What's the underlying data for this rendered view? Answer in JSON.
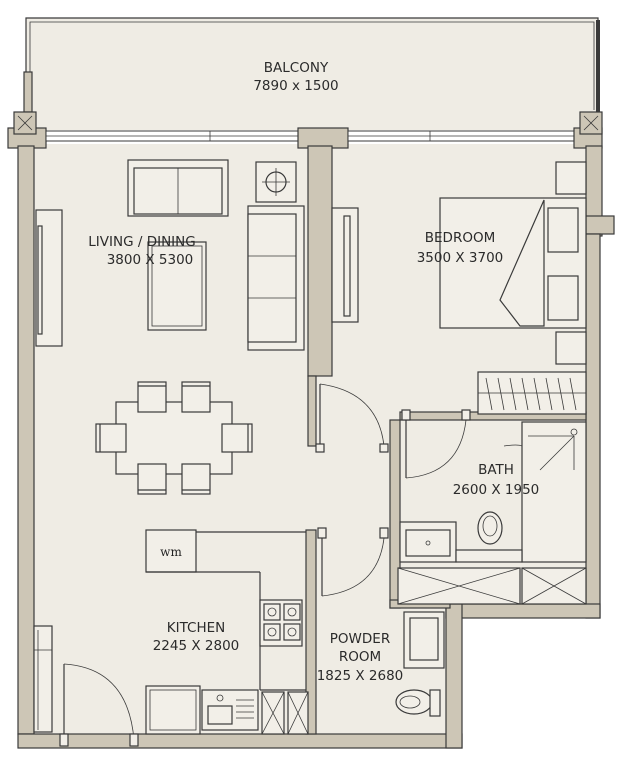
{
  "rooms": {
    "balcony": {
      "name": "BALCONY",
      "dims": "7890 x 1500"
    },
    "living": {
      "name": "LIVING / DINING",
      "dims": "3800 X 5300"
    },
    "bedroom": {
      "name": "BEDROOM",
      "dims": "3500 X 3700"
    },
    "bath": {
      "name": "BATH",
      "dims": "2600 X 1950"
    },
    "kitchen": {
      "name": "KITCHEN",
      "dims": "2245 X 2800"
    },
    "powder": {
      "name_line1": "POWDER",
      "name_line2": "ROOM",
      "dims": "1825 X 2680"
    }
  },
  "appliances": {
    "washing_machine": "wm"
  },
  "colors": {
    "floor": "#efece4",
    "wall": "#cdc6b6",
    "line": "#3a3a3a"
  }
}
